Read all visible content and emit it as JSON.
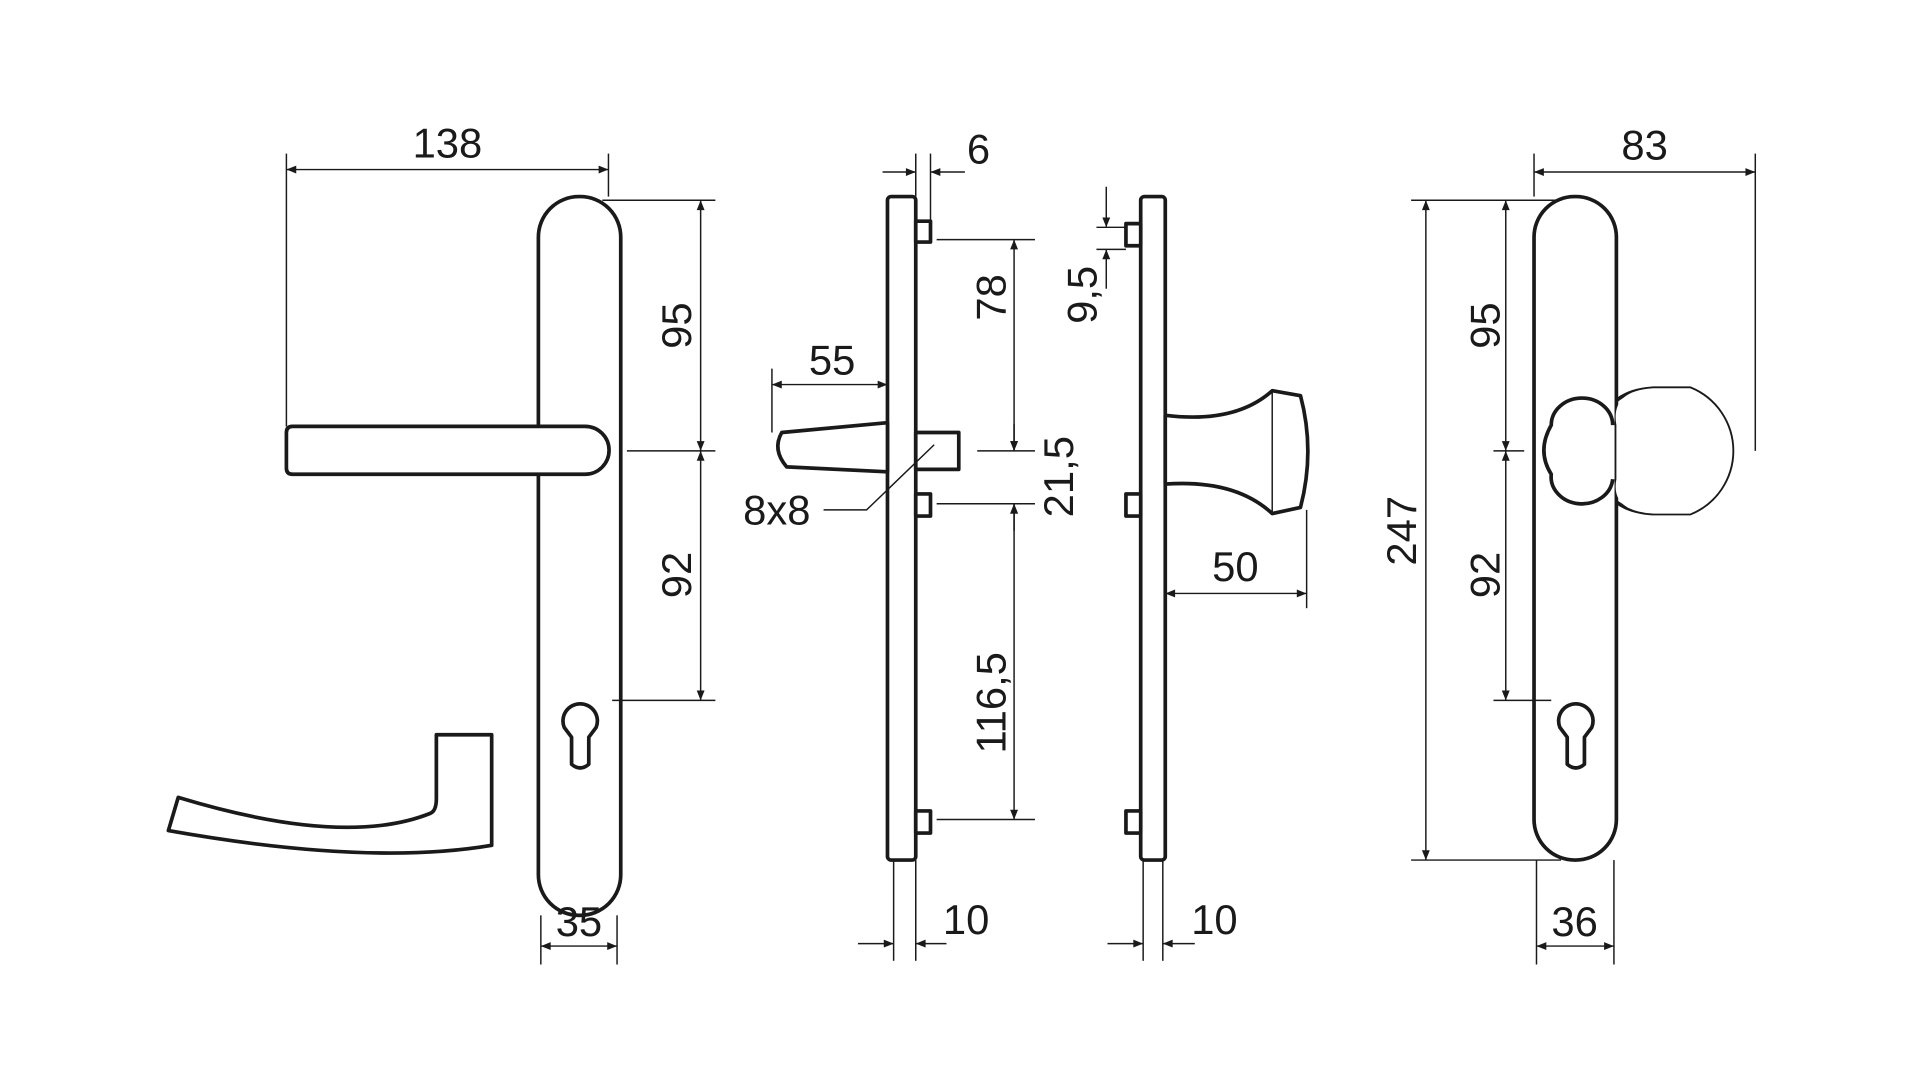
{
  "title": "Door handle set technical drawing",
  "dimensions": {
    "lever_projection": "138",
    "upper_95_left": "95",
    "lower_92_left": "92",
    "plate_width_left": "35",
    "lug_offset": "6",
    "spindle_projection": "55",
    "spindle_size": "8x8",
    "lug_78": "78",
    "lug_21_5": "21,5",
    "lug_116_5": "116,5",
    "plate_thickness_a": "10",
    "lug_9_5": "9,5",
    "knob_projection": "50",
    "plate_thickness_b": "10",
    "knob_width": "83",
    "plate_length": "247",
    "upper_95_right": "95",
    "lower_92_right": "92",
    "plate_width_right": "36"
  },
  "colors": {
    "line": "#1a1a1a",
    "background": "#ffffff"
  }
}
